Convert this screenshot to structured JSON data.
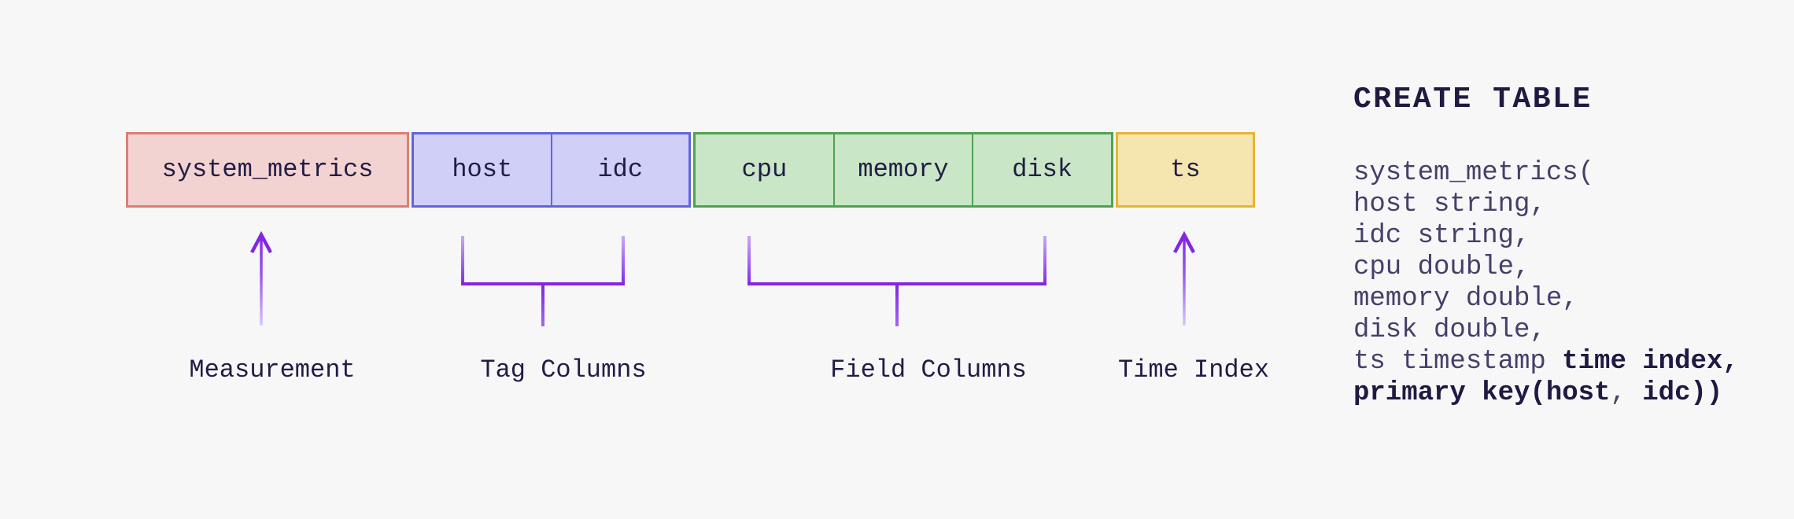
{
  "table_row": {
    "cells": [
      {
        "label": "system_metrics",
        "group": "measurement"
      },
      {
        "label": "host",
        "group": "tag"
      },
      {
        "label": "idc",
        "group": "tag"
      },
      {
        "label": "cpu",
        "group": "field"
      },
      {
        "label": "memory",
        "group": "field"
      },
      {
        "label": "disk",
        "group": "field"
      },
      {
        "label": "ts",
        "group": "time"
      }
    ]
  },
  "annotations": {
    "measurement": {
      "label": "Measurement"
    },
    "tag": {
      "label": "Tag Columns"
    },
    "field": {
      "label": "Field Columns"
    },
    "time": {
      "label": "Time Index"
    }
  },
  "sql": {
    "title": "CREATE TABLE",
    "lines": [
      [
        {
          "t": "system_metrics(",
          "b": false
        }
      ],
      [
        {
          "t": "host string,",
          "b": false
        }
      ],
      [
        {
          "t": "idc string,",
          "b": false
        }
      ],
      [
        {
          "t": "cpu double,",
          "b": false
        }
      ],
      [
        {
          "t": "memory double,",
          "b": false
        }
      ],
      [
        {
          "t": "disk double,",
          "b": false
        }
      ],
      [
        {
          "t": "ts timestamp ",
          "b": false
        },
        {
          "t": "time index,",
          "b": true
        }
      ],
      [
        {
          "t": "primary key(host",
          "b": true
        },
        {
          "t": ", ",
          "b": false
        },
        {
          "t": "idc))",
          "b": true
        }
      ]
    ]
  },
  "colors": {
    "background": "#f7f7f8",
    "text": "#211c45",
    "sql_regular": "#454069",
    "sql_bold": "#1f1a40",
    "measurement_fill": "#f3d3d1",
    "measurement_border": "#df7d72",
    "tag_fill": "#cfcff8",
    "tag_border": "#6263e0",
    "field_fill": "#c9e6c6",
    "field_border": "#4fa351",
    "time_fill": "#f5e6b0",
    "time_border": "#e6b52f",
    "annotation_purple": "#8526e3",
    "annotation_purple_light": "#d9c6f7"
  }
}
